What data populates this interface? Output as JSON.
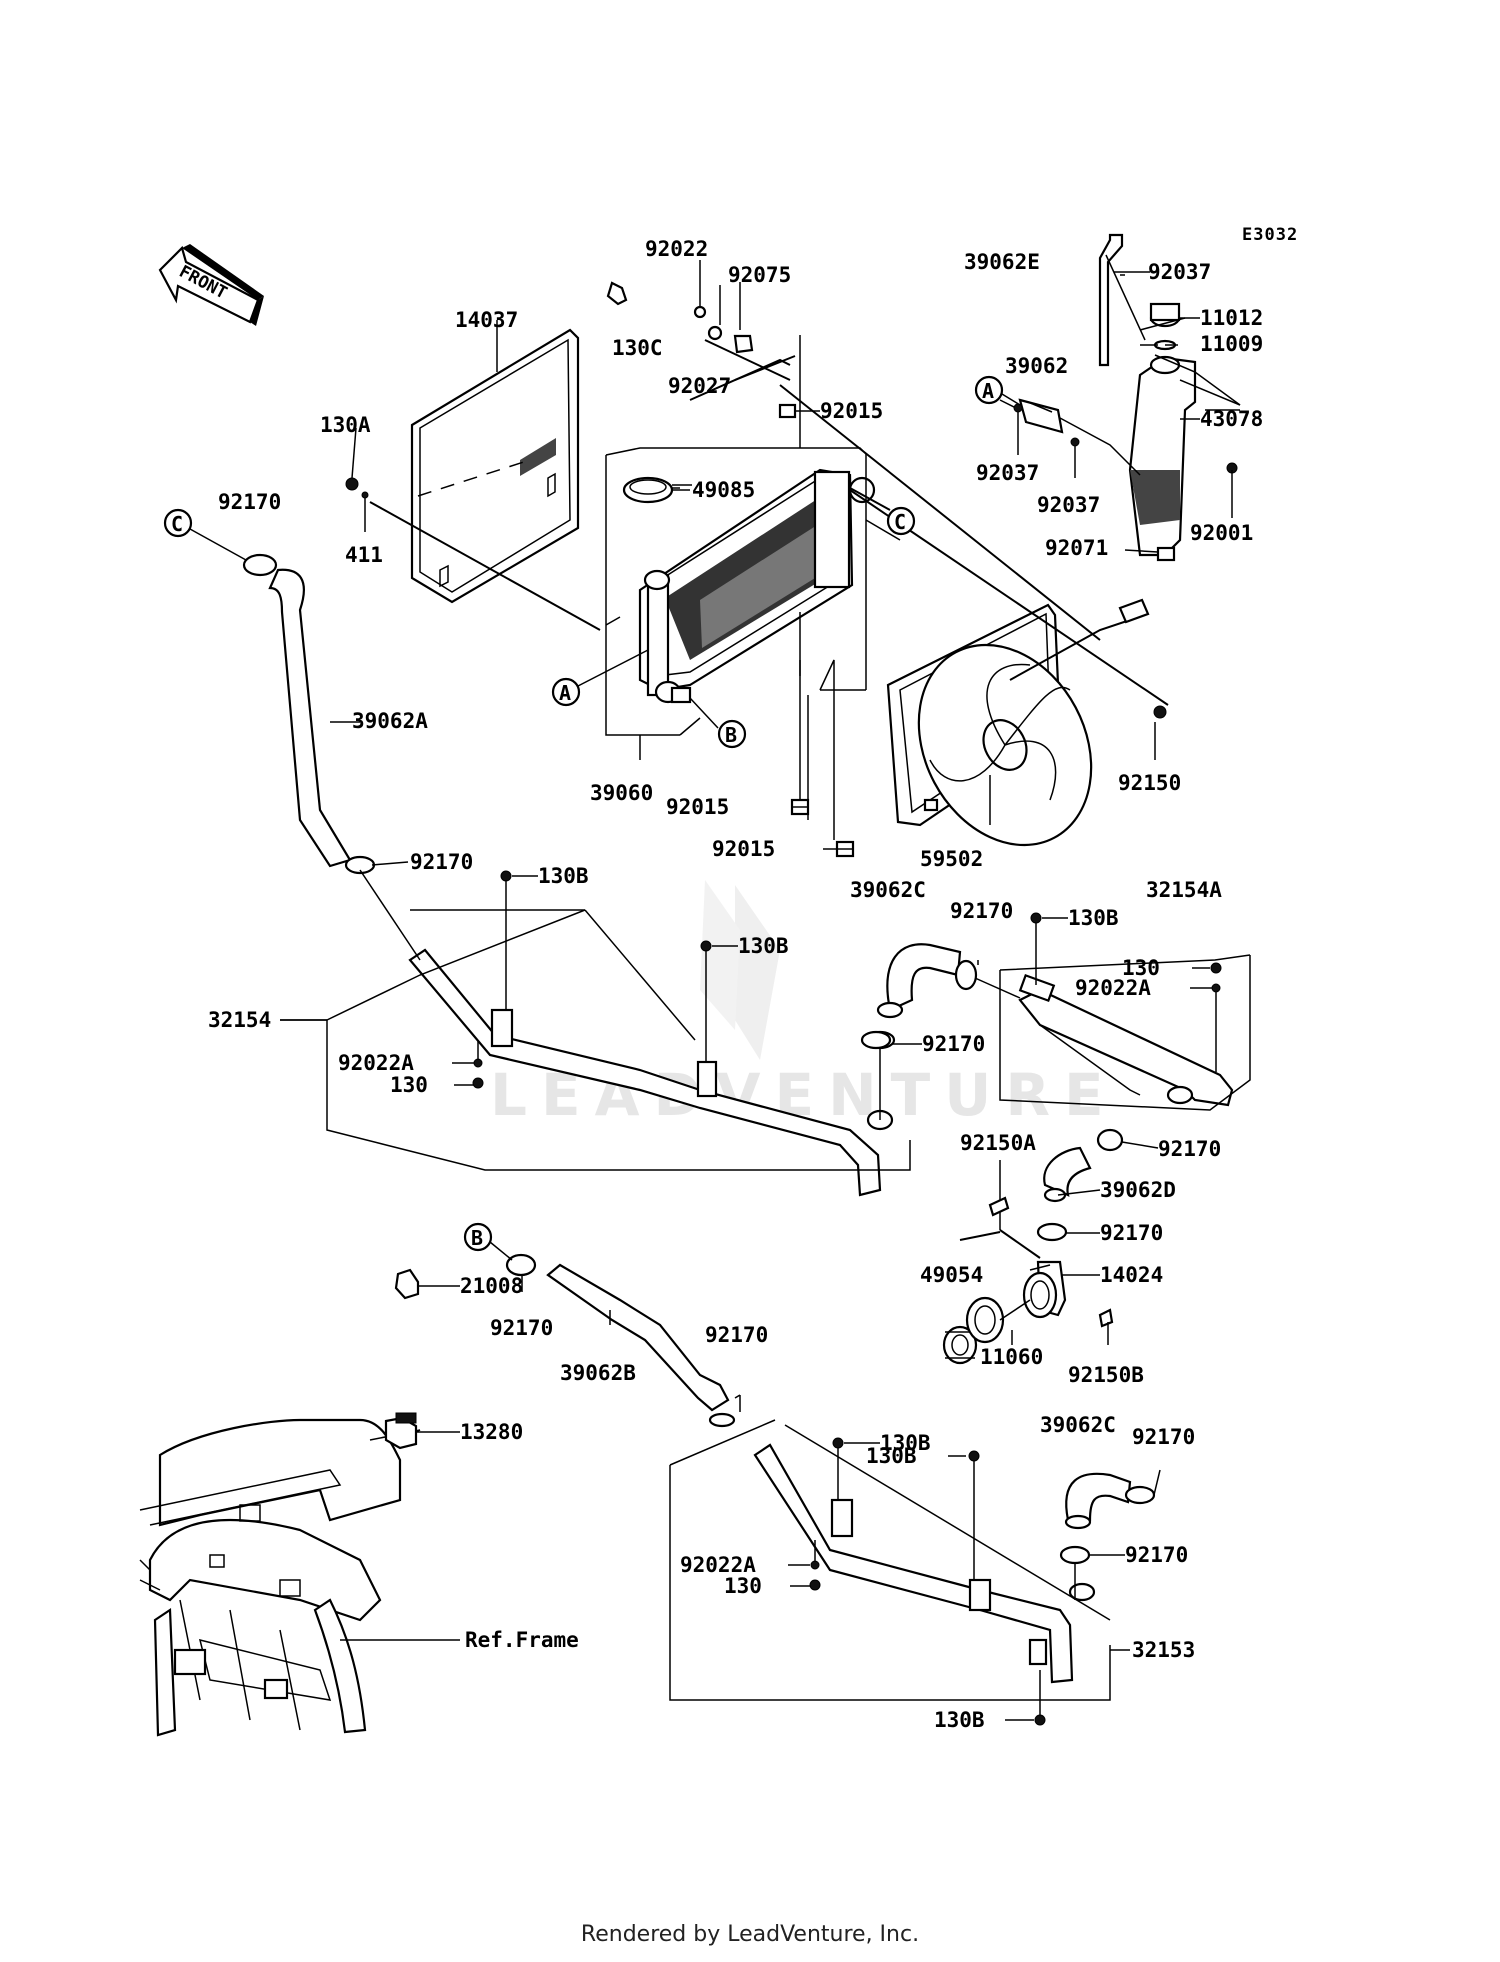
{
  "diagram_code": "E3032",
  "front_label": "FRONT",
  "watermark": "LEADVENTURE",
  "footer": "Rendered by LeadVenture, Inc.",
  "parts": {
    "p14037": "14037",
    "p130A": "130A",
    "p411": "411",
    "p92170_c": "92170",
    "p39062A": "39062A",
    "p92022_top": "92022",
    "p92075": "92075",
    "p130C": "130C",
    "p92027": "92027",
    "p92015_top": "92015",
    "p49085": "49085",
    "p39060": "39060",
    "p92015_a": "92015",
    "p92015_b": "92015",
    "p39062E": "39062E",
    "p92037_top": "92037",
    "p11012": "11012",
    "p11009": "11009",
    "p39062": "39062",
    "p43078": "43078",
    "p92037_l": "92037",
    "p92037_r": "92037",
    "p92001": "92001",
    "p92071": "92071",
    "p92150": "92150",
    "p59502": "59502",
    "p92170_mid": "92170",
    "p130B_1": "130B",
    "p130B_2": "130B",
    "p32154": "32154",
    "p92022A_1": "92022A",
    "p130_1": "130",
    "p39062C_1": "39062C",
    "p92170_c1": "92170",
    "p130B_3": "130B",
    "p32154A": "32154A",
    "p130_2": "130",
    "p92022A_2": "92022A",
    "p92170_c2": "92170",
    "p92170_c3": "92170",
    "p92150A": "92150A",
    "p39062D": "39062D",
    "p92170_d": "92170",
    "p49054": "49054",
    "p14024": "14024",
    "p11060": "11060",
    "p92150B": "92150B",
    "p92170_b1": "92170",
    "p39062B": "39062B",
    "p92170_b2": "92170",
    "p21008": "21008",
    "p13280": "13280",
    "pRefFrame": "Ref.Frame",
    "p130B_4": "130B",
    "p130B_5": "130B",
    "p39062C_2": "39062C",
    "p92170_e1": "92170",
    "p92170_e2": "92170",
    "p92022A_3": "92022A",
    "p130_3": "130",
    "p32153": "32153",
    "p130B_6": "130B"
  },
  "callouts": {
    "A1": "A",
    "A2": "A",
    "B1": "B",
    "B2": "B",
    "C1": "C",
    "C2": "C"
  }
}
